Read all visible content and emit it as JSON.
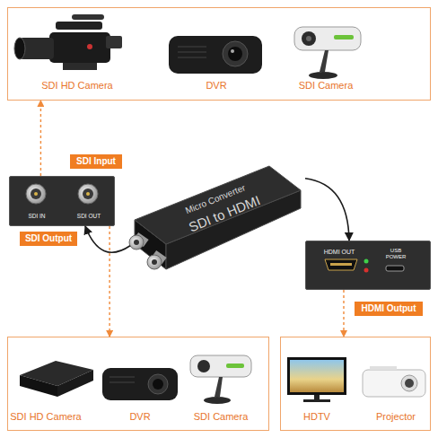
{
  "diagram": {
    "nodes": [
      {
        "text": [
          "SDI HD Camera",
          "DVR",
          "SDI Camera"
        ]
      },
      {
        "text": [
          "SDI Input"
        ]
      },
      {
        "text": [
          "SDI IN",
          "SDI OUT"
        ]
      },
      {
        "text": [
          "Micro Converter",
          "SDI to HDMI"
        ]
      },
      {
        "text": [
          "SDI Output"
        ]
      },
      {
        "text": [
          "HDMI OUT",
          "USB POWER"
        ]
      },
      {
        "text": [
          "HDMI Output"
        ]
      },
      {
        "text": [
          "SDI HD Camera",
          "DVR",
          "SDI Camera"
        ]
      },
      {
        "text": [
          "HDTV",
          "Projector"
        ]
      }
    ],
    "edges": [
      {
        "from": 2,
        "to": 0,
        "arrow": "to"
      },
      {
        "from": 2,
        "to": 7,
        "arrow": "to"
      },
      {
        "from": 5,
        "to": 8,
        "arrow": "to"
      },
      {
        "from": 3,
        "to": 2,
        "arrow": "to"
      },
      {
        "from": 3,
        "to": 5,
        "arrow": "to"
      }
    ]
  }
}
